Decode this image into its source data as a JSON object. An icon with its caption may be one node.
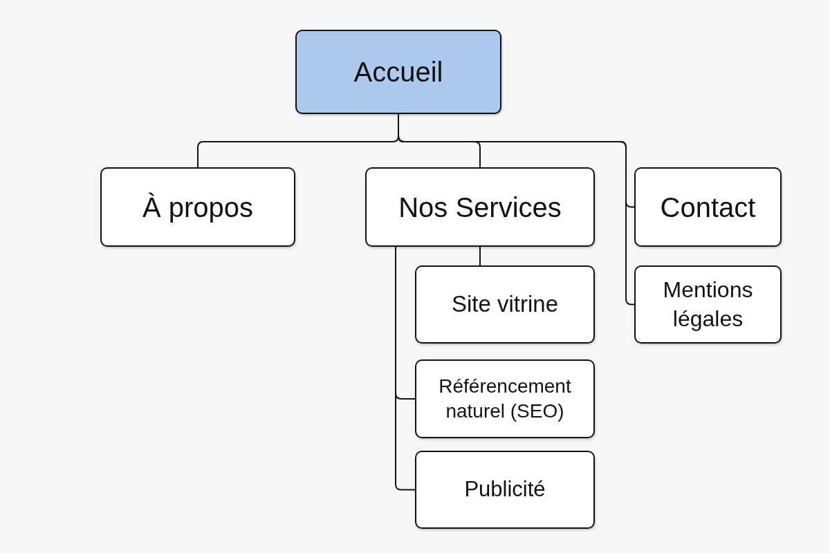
{
  "diagram": {
    "nodes": [
      {
        "text": [
          "Accueil"
        ]
      },
      {
        "text": [
          "À propos"
        ]
      },
      {
        "text": [
          "Nos Services"
        ]
      },
      {
        "text": [
          "Contact"
        ]
      },
      {
        "text": [
          "Mentions légales"
        ]
      },
      {
        "text": [
          "Site vitrine"
        ]
      },
      {
        "text": [
          "Référencement naturel (SEO)"
        ]
      },
      {
        "text": [
          "Publicité"
        ]
      }
    ],
    "edges": [
      {
        "from": 0,
        "to": 1,
        "arrow": "none"
      },
      {
        "from": 0,
        "to": 2,
        "arrow": "none"
      },
      {
        "from": 0,
        "to": 3,
        "arrow": "none"
      },
      {
        "from": 0,
        "to": 4,
        "arrow": "none"
      },
      {
        "from": 2,
        "to": 5,
        "arrow": "none"
      },
      {
        "from": 2,
        "to": 6,
        "arrow": "none"
      },
      {
        "from": 2,
        "to": 7,
        "arrow": "none"
      }
    ]
  }
}
